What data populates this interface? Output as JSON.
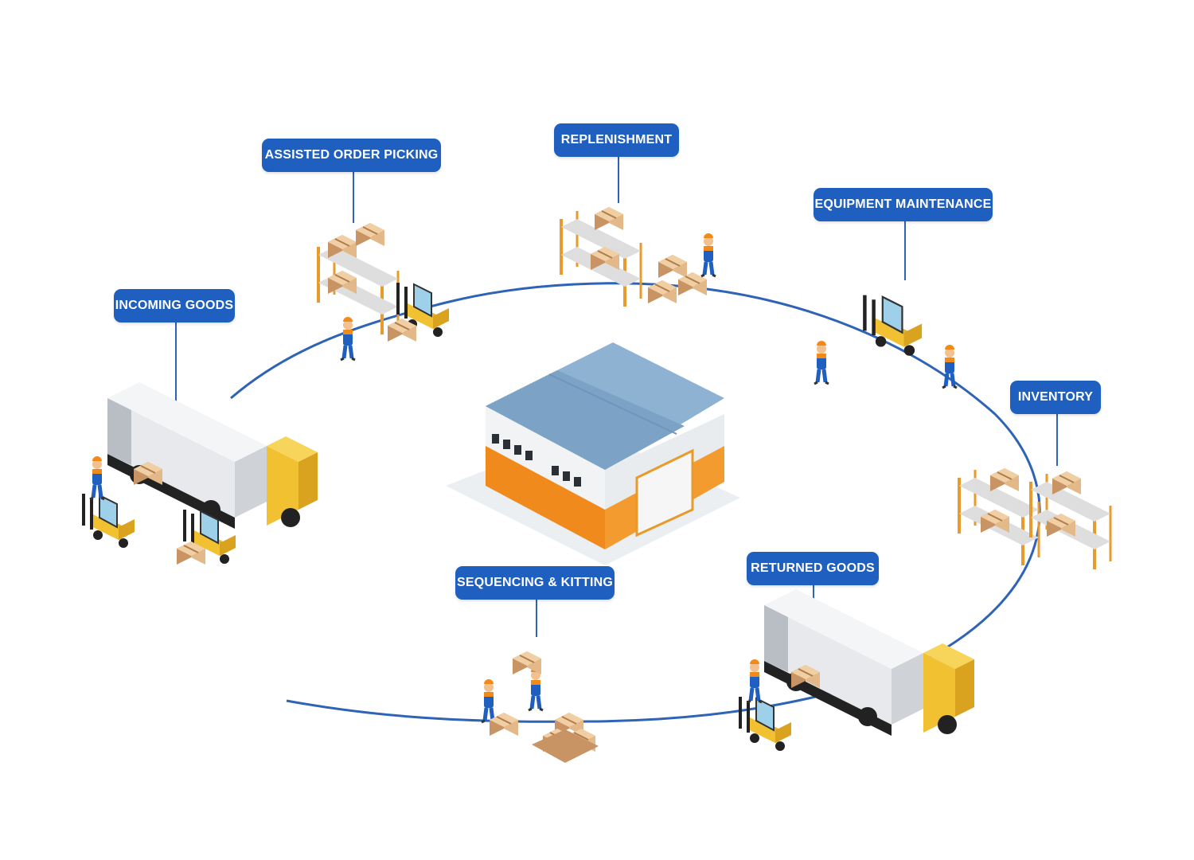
{
  "diagram": {
    "colors": {
      "label_bg": "#1f5fbf",
      "label_text": "#ffffff",
      "loop_line": "#2e63b5",
      "roof": "#7fa6c8",
      "building_wall": "#eef1f4",
      "building_stripe": "#f08a1c",
      "box": "#e3b98a",
      "forklift": "#f2c132",
      "worker_uniform": "#1f5fbf"
    },
    "center": {
      "icon": "warehouse-building-icon"
    },
    "stages": [
      {
        "id": "incoming-goods",
        "label": "INCOMING GOODS",
        "icon": "delivery-truck-icon"
      },
      {
        "id": "assisted-order-picking",
        "label": "ASSISTED ORDER PICKING",
        "icon": "shelf-forklift-icon"
      },
      {
        "id": "replenishment",
        "label": "REPLENISHMENT",
        "icon": "shelf-boxes-icon"
      },
      {
        "id": "equipment-maintenance",
        "label": "EQUIPMENT MAINTENANCE",
        "icon": "forklift-workers-icon"
      },
      {
        "id": "inventory",
        "label": "INVENTORY",
        "icon": "shelving-icon"
      },
      {
        "id": "returned-goods",
        "label": "RETURNED GOODS",
        "icon": "delivery-truck-icon"
      },
      {
        "id": "sequencing-kitting",
        "label": "SEQUENCING & KITTING",
        "icon": "workers-boxes-icon"
      }
    ]
  }
}
